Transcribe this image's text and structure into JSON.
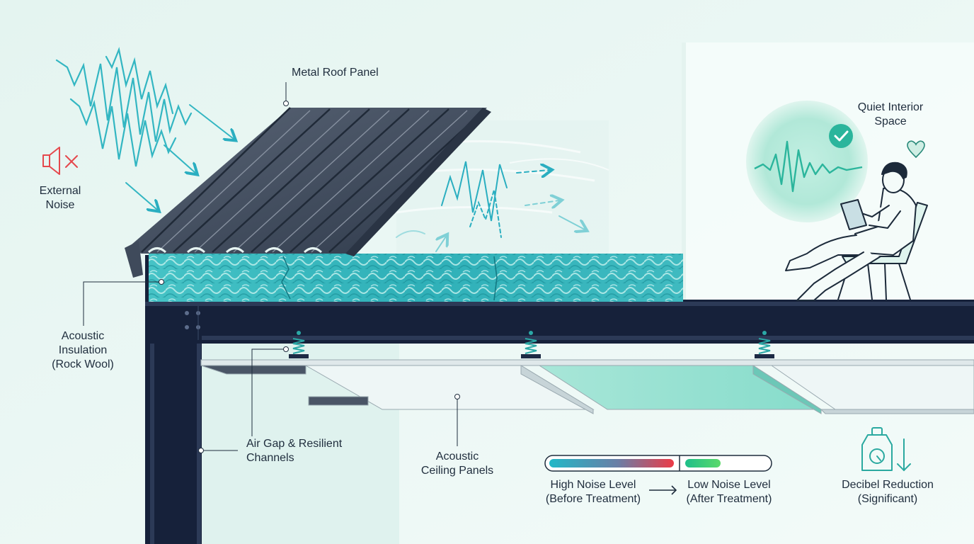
{
  "labels": {
    "metal_roof_panel": "Metal Roof Panel",
    "external_noise": [
      "External",
      "Noise"
    ],
    "acoustic_insulation": [
      "Acoustic",
      "Insulation",
      "(Rock Wool)"
    ],
    "air_gap": [
      "Air Gap & Resilient",
      "Channels"
    ],
    "ceiling_panels": [
      "Acoustic",
      "Ceiling Panels"
    ],
    "high_noise": [
      "High Noise Level",
      "(Before Treatment)"
    ],
    "low_noise": [
      "Low Noise Level",
      "(After Treatment)"
    ],
    "decibel_reduction": [
      "Decibel Reduction",
      "(Significant)"
    ],
    "quiet_space": [
      "Quiet Interior",
      "Space"
    ]
  },
  "icons": [
    "muted-speaker-icon",
    "check-icon",
    "heart-icon",
    "decibel-meter-icon",
    "down-arrow-icon",
    "right-arrow-icon"
  ],
  "colors": {
    "background": "#eef8f5",
    "steel": "#16213a",
    "roof": "#4a5566",
    "insulation": "#3fbcc4",
    "accent_teal": "#2bb5a7",
    "noise_high": "#ec3b47",
    "noise_low": "#34c77a",
    "alert_red": "#e5484d"
  }
}
